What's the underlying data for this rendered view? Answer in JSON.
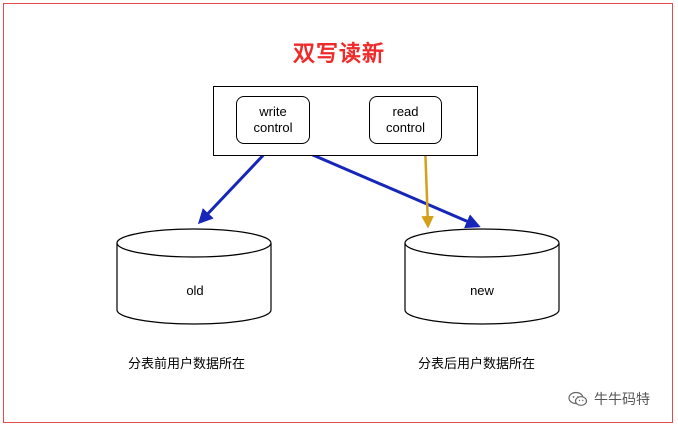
{
  "title": "双写读新",
  "controls": {
    "write": {
      "line1": "write",
      "line2": "control"
    },
    "read": {
      "line1": "read",
      "line2": "control"
    }
  },
  "databases": {
    "old": {
      "label": "old",
      "caption": "分表前用户数据所在"
    },
    "new": {
      "label": "new",
      "caption": "分表后用户数据所在"
    }
  },
  "watermark": {
    "text": "牛牛码特",
    "icon": "wechat-icon"
  },
  "colors": {
    "title": "#f02a2a",
    "frame": "#e64b4b",
    "write_arrow": "#1526b8",
    "read_arrow": "#d4a017"
  }
}
